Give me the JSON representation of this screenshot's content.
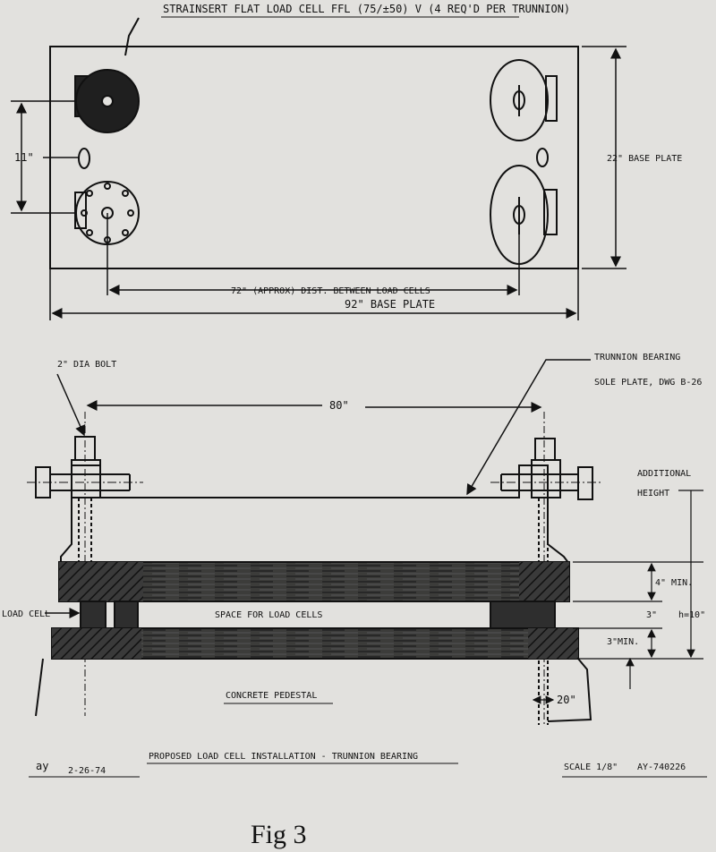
{
  "plan_view": {
    "load_cell_note": "STRAINSERT FLAT LOAD CELL FFL (75/±50) V (4 REQ'D PER TRUNNION)",
    "dim_11": "11\"",
    "dim_22": "22\" BASE PLATE",
    "dim_72": "72\" (APPROX) DIST. BETWEEN LOAD CELLS",
    "dim_92": "92\" BASE PLATE"
  },
  "elevation_view": {
    "bolt_note": "2\" DIA BOLT",
    "dim_80": "80\"",
    "bearing_note_1": "TRUNNION BEARING",
    "bearing_note_2": "SOLE PLATE, DWG B-26",
    "additional_1": "ADDITIONAL",
    "additional_2": "HEIGHT",
    "dim_4min": "4\" MIN.",
    "dim_3": "3\"",
    "dim_h10": "h=10\"",
    "dim_3min": "3\"MIN.",
    "load_cell_label": "LOAD CELL",
    "space_label": "SPACE FOR LOAD CELLS",
    "pedestal_label": "CONCRETE PEDESTAL",
    "dim_20": "20\""
  },
  "title_block": {
    "title": "PROPOSED LOAD CELL INSTALLATION - TRUNNION BEARING",
    "initials": "ay",
    "date": "2-26-74",
    "scale": "SCALE 1/8\"",
    "drawing_no": "AY-740226"
  },
  "caption": "Fig 3",
  "colors": {
    "ink": "#111111",
    "paper": "#e2e1de",
    "hatch": "#2a2a2a"
  }
}
